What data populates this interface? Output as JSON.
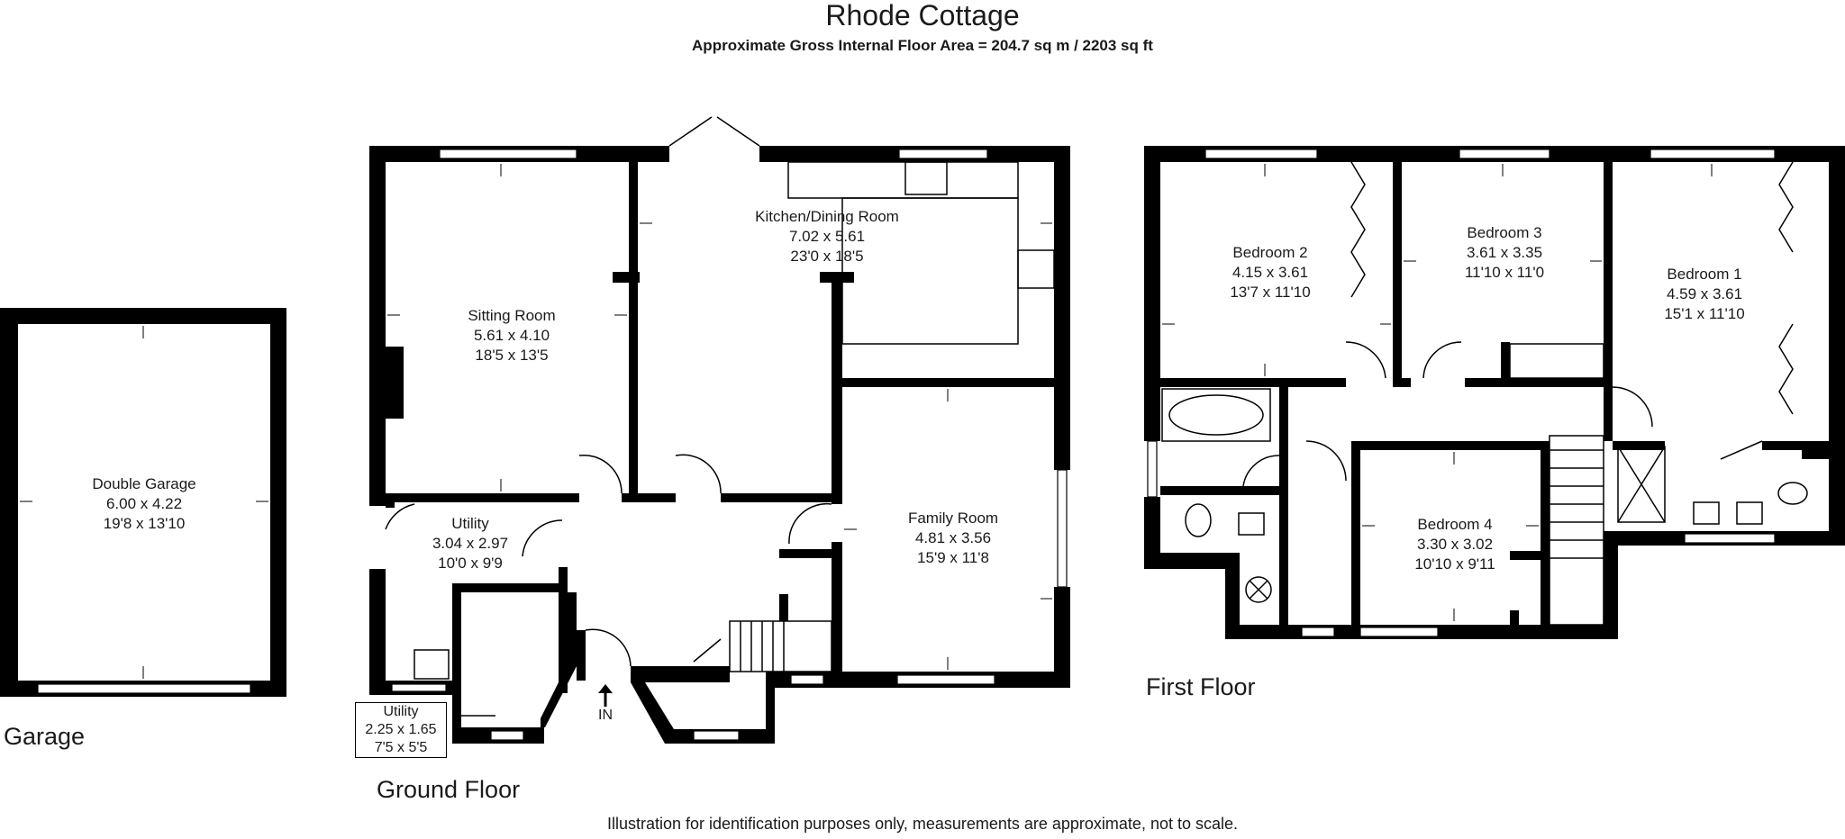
{
  "header": {
    "title": "Rhode Cottage",
    "subtitle": "Approximate Gross Internal Floor Area  = 204.7 sq m  / 2203 sq ft"
  },
  "floors": {
    "garage": "Garage",
    "ground": "Ground Floor",
    "first": "First Floor"
  },
  "rooms": {
    "double_garage": {
      "name": "Double Garage",
      "metric": "6.00 x 4.22",
      "imperial": "19'8 x 13'10"
    },
    "sitting_room": {
      "name": "Sitting Room",
      "metric": "5.61 x 4.10",
      "imperial": "18'5 x 13'5"
    },
    "kitchen": {
      "name": "Kitchen/Dining Room",
      "metric": "7.02 x 5.61",
      "imperial": "23'0 x 18'5"
    },
    "utility_1": {
      "name": "Utility",
      "metric": "3.04 x 2.97",
      "imperial": "10'0 x 9'9"
    },
    "utility_2": {
      "name": "Utility",
      "metric": "2.25 x 1.65",
      "imperial": "7'5 x 5'5"
    },
    "family_room": {
      "name": "Family Room",
      "metric": "4.81 x 3.56",
      "imperial": "15'9 x 11'8"
    },
    "bedroom_2": {
      "name": "Bedroom 2",
      "metric": "4.15 x 3.61",
      "imperial": "13'7 x 11'10"
    },
    "bedroom_3": {
      "name": "Bedroom 3",
      "metric": "3.61 x 3.35",
      "imperial": "11'10 x 11'0"
    },
    "bedroom_1": {
      "name": "Bedroom 1",
      "metric": "4.59 x 3.61",
      "imperial": "15'1 x 11'10"
    },
    "bedroom_4": {
      "name": "Bedroom 4",
      "metric": "3.30 x 3.02",
      "imperial": "10'10 x 9'11"
    }
  },
  "entrance_label": "IN",
  "footer": "Illustration for identification purposes only, measurements are approximate, not to scale."
}
